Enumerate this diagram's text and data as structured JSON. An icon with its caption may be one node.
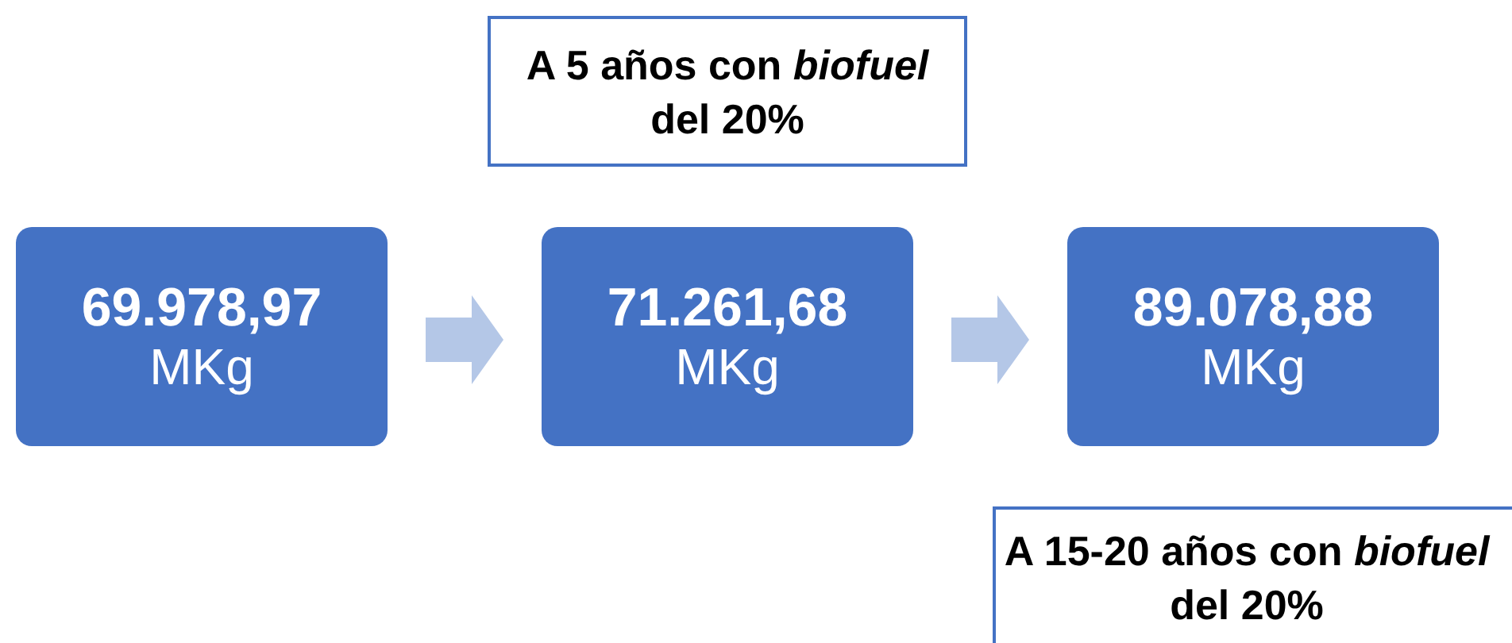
{
  "diagram": {
    "nodes": [
      {
        "text": [
          "A 5 años con *biofuel* del 20%"
        ]
      },
      {
        "text": [
          "69.978,97",
          "MKg"
        ]
      },
      {
        "text": [
          "71.261,68",
          "MKg"
        ]
      },
      {
        "text": [
          "89.078,88",
          "MKg"
        ]
      },
      {
        "text": [
          "A 15-20 años con *biofuel* del 20%"
        ]
      }
    ],
    "edges": [
      {
        "from": 1,
        "to": 2,
        "arrow": "to"
      },
      {
        "from": 2,
        "to": 3,
        "arrow": "to"
      }
    ]
  }
}
